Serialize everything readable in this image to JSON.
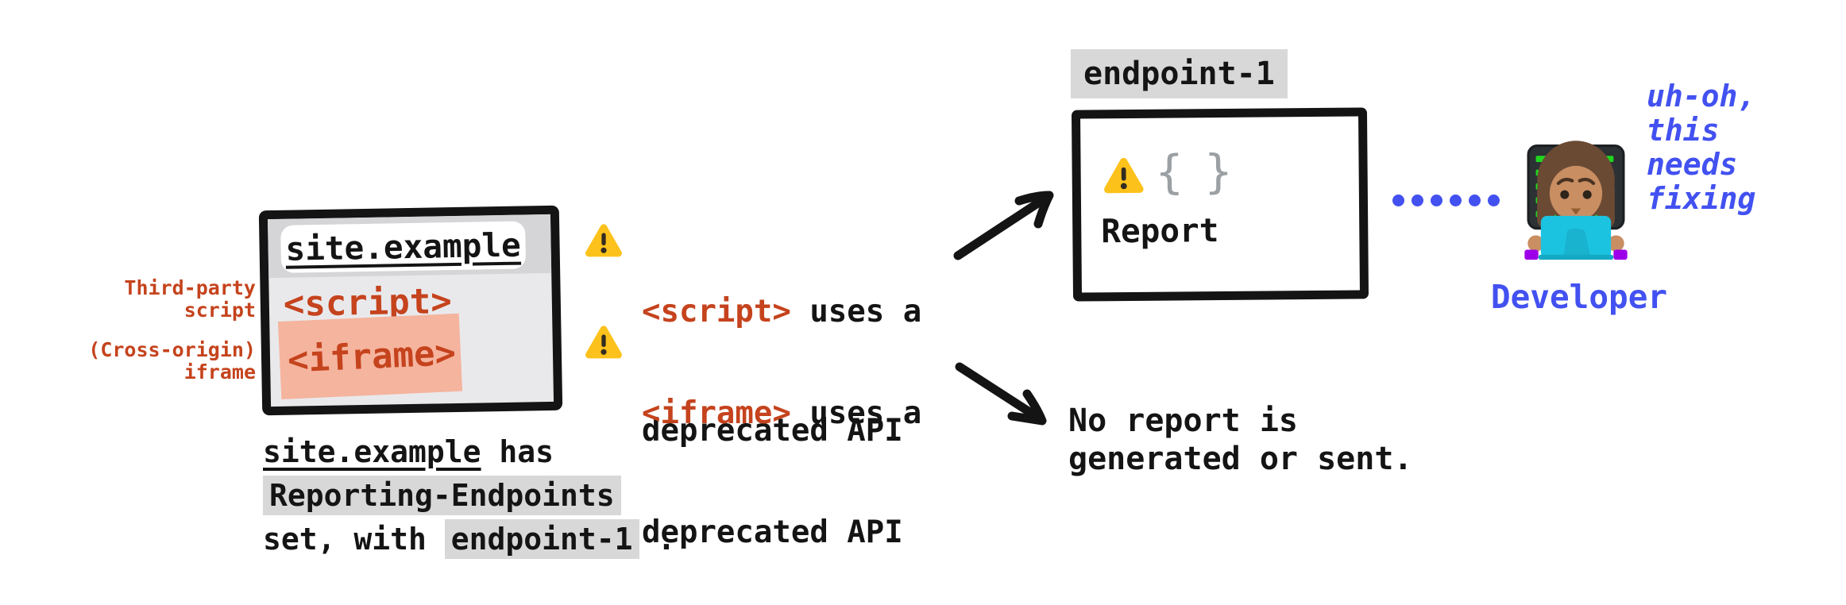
{
  "colors": {
    "red": "#c5431d",
    "salmon": "#f5b49e",
    "blue": "#4251f0",
    "gray_highlight": "#d8d8d8",
    "window_body": "#e9e9ec",
    "window_titlebar": "#d5d5d8",
    "brace_gray": "#9aa0a3",
    "ink": "#141414"
  },
  "left": {
    "label_third_party": "Third-party\nscript",
    "label_cross_origin": "(Cross-origin)\niframe",
    "window": {
      "url": "site.example",
      "script_tag": "<script>",
      "iframe_tag": "<iframe>"
    },
    "caption": {
      "site": "site.example",
      "has": " has",
      "header_name": "Reporting-Endpoints",
      "set_with": "set, with ",
      "endpoint": "endpoint-1",
      "period": " ."
    }
  },
  "middle": {
    "warning1": {
      "icon": "warning-triangle",
      "tag": "<script>",
      "rest": " uses a",
      "line2": "deprecated API"
    },
    "warning2": {
      "icon": "warning-triangle",
      "tag": "<iframe>",
      "rest": " uses a",
      "line2": "deprecated API"
    }
  },
  "right": {
    "endpoint_label": "endpoint-1",
    "report_box": {
      "icon": "warning-triangle",
      "braces": "{ }",
      "label": "Report"
    },
    "no_report": "No report is\ngenerated or sent.",
    "developer": {
      "emoji": "woman-technologist",
      "thought": "uh-oh,\nthis\nneeds\nfixing",
      "label": "Developer"
    }
  }
}
